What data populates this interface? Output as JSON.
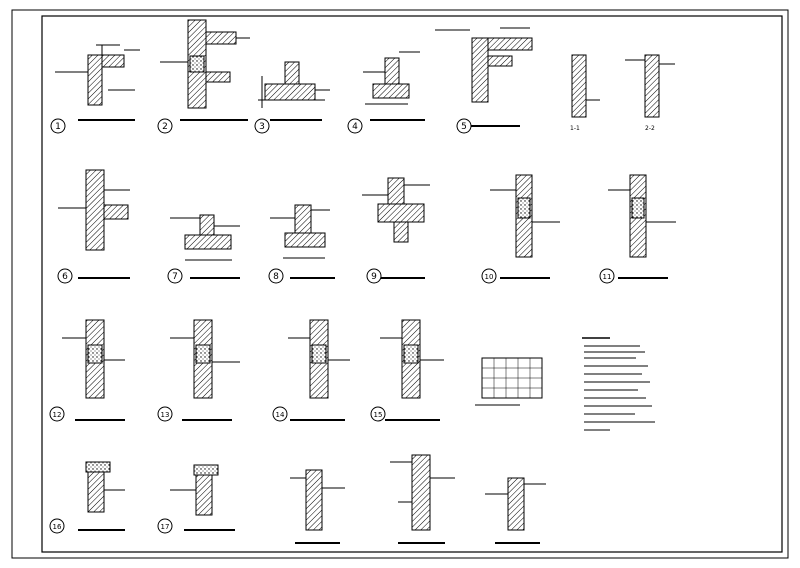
{
  "sheet": {
    "label_a": "1-1",
    "label_b": "2-2"
  },
  "details": [
    {
      "number": "1"
    },
    {
      "number": "2"
    },
    {
      "number": "3"
    },
    {
      "number": "4"
    },
    {
      "number": "5"
    },
    {
      "number": "6"
    },
    {
      "number": "7"
    },
    {
      "number": "8"
    },
    {
      "number": "9"
    },
    {
      "number": "10"
    },
    {
      "number": "11"
    },
    {
      "number": "12"
    },
    {
      "number": "13"
    },
    {
      "number": "14"
    },
    {
      "number": "15"
    },
    {
      "number": "16"
    },
    {
      "number": "17"
    }
  ]
}
